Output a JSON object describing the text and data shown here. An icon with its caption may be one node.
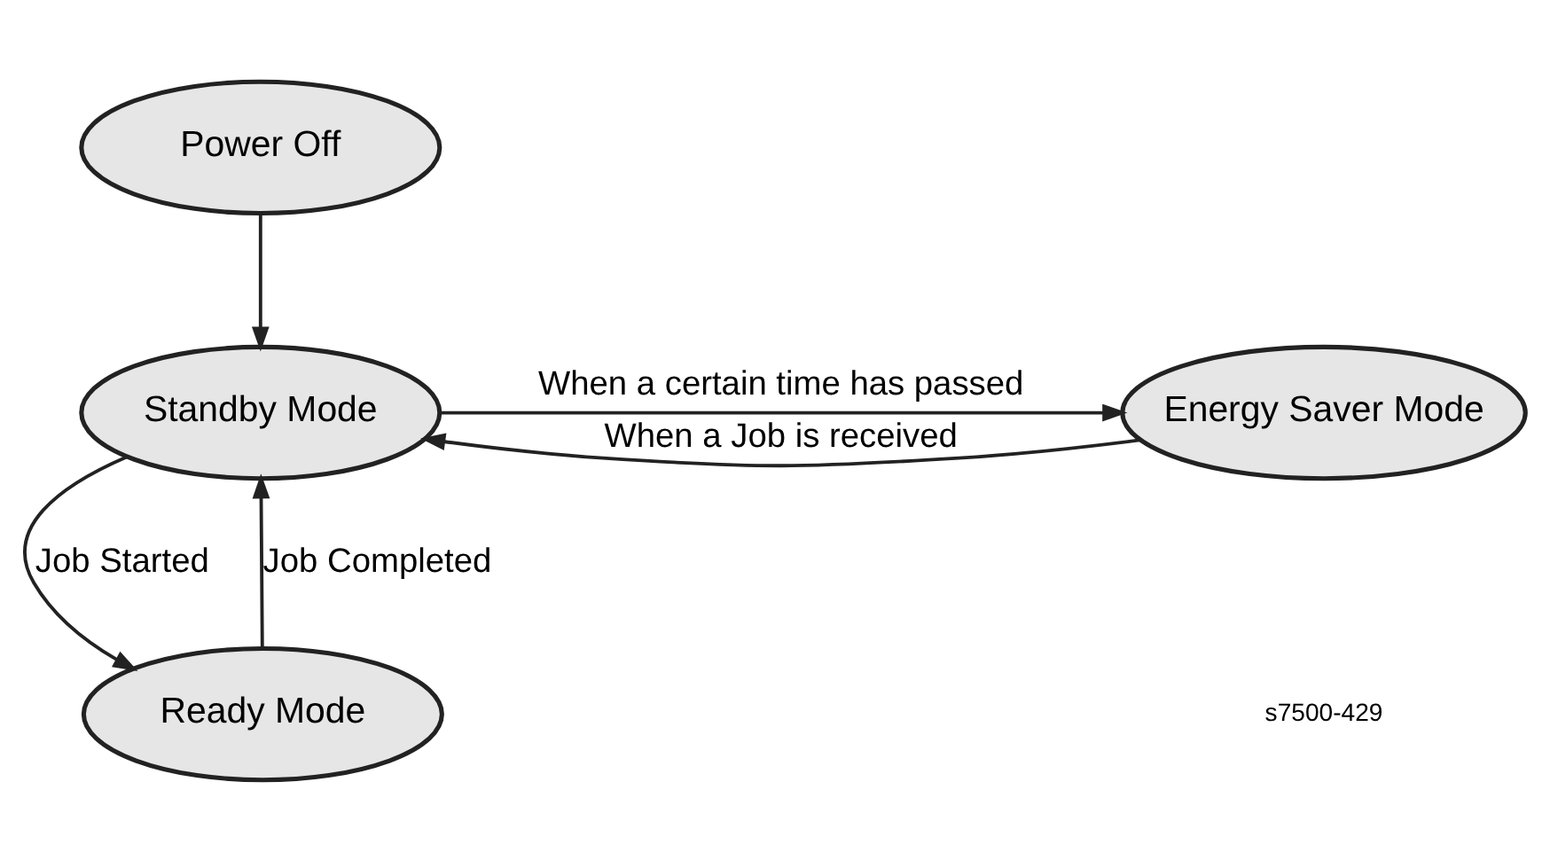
{
  "diagram": {
    "nodes": [
      {
        "text": [
          "Power Off"
        ]
      },
      {
        "text": [
          "Standby Mode"
        ]
      },
      {
        "text": [
          "Energy Saver Mode"
        ]
      },
      {
        "text": [
          "Ready Mode"
        ]
      }
    ],
    "edges": [
      {
        "from": 0,
        "to": 1,
        "arrow": "to"
      },
      {
        "from": 1,
        "to": 2,
        "arrow": "to",
        "label": "When a certain time has passed"
      },
      {
        "from": 2,
        "to": 1,
        "arrow": "to",
        "label": "When a Job is received"
      },
      {
        "from": 1,
        "to": 3,
        "arrow": "to",
        "label": "Job Started"
      },
      {
        "from": 3,
        "to": 1,
        "arrow": "to",
        "label": "Job Completed"
      }
    ],
    "labels": [
      "s7500-429"
    ]
  }
}
